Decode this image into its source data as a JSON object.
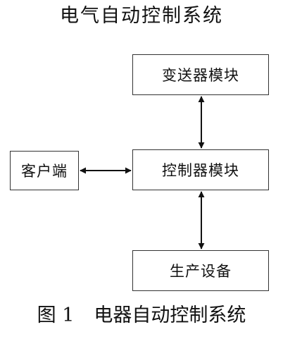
{
  "diagram": {
    "title": "电气自动控制系统",
    "caption": {
      "figure_number": "图 1",
      "text": "电器自动控制系统"
    },
    "nodes": {
      "transmitter": "变送器模块",
      "controller": "控制器模块",
      "client": "客户端",
      "production": "生产设备"
    },
    "edges": [
      {
        "from": "transmitter",
        "to": "controller",
        "direction": "bidirectional"
      },
      {
        "from": "client",
        "to": "controller",
        "direction": "bidirectional"
      },
      {
        "from": "controller",
        "to": "production",
        "direction": "bidirectional"
      }
    ],
    "colors": {
      "line": "#111111",
      "box_border": "#333333",
      "text": "#111111"
    }
  }
}
